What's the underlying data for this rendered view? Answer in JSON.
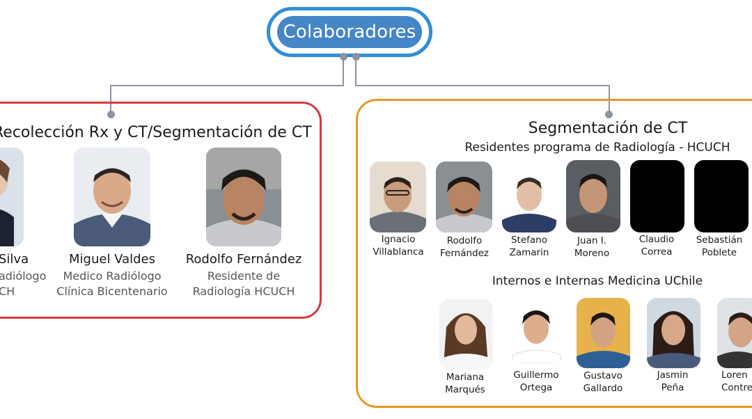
{
  "title": "Colaboradores",
  "left_group": {
    "title": "Recolección Rx y CT/Segmentación de CT",
    "members": [
      {
        "name": "Silva",
        "role_line1": "adiólogo",
        "role_line2": "CH"
      },
      {
        "name": "Miguel Valdes",
        "role_line1": "Medico Radiólogo",
        "role_line2": "Clínica Bicentenario"
      },
      {
        "name": "Rodolfo Fernández",
        "role_line1": "Residente de",
        "role_line2": "Radiología HCUCH"
      }
    ]
  },
  "right_group": {
    "title": "Segmentación de CT",
    "residents_title": "Residentes programa de Radiología - HCUCH",
    "residents": [
      {
        "first": "Ignacio",
        "last": "Villablanca"
      },
      {
        "first": "Rodolfo",
        "last": "Fernández"
      },
      {
        "first": "Stefano",
        "last": "Zamarin"
      },
      {
        "first": "Juan I.",
        "last": "Moreno"
      },
      {
        "first": "Claudio",
        "last": "Correa"
      },
      {
        "first": "Sebastián",
        "last": "Poblete"
      }
    ],
    "interns_title": "Internos e Internas Medicina UChile",
    "interns": [
      {
        "first": "Mariana",
        "last": "Marqués"
      },
      {
        "first": "Guillermo",
        "last": "Ortega"
      },
      {
        "first": "Gustavo",
        "last": "Gallardo"
      },
      {
        "first": "Jasmin",
        "last": "Peña"
      },
      {
        "first": "Loren",
        "last": "Contre"
      }
    ]
  },
  "colors": {
    "title_ring": "#2f8ed9",
    "title_fill": "#4486c6",
    "left_border": "#d63a3a",
    "right_border": "#e39a23",
    "connector": "#8b93a3"
  }
}
